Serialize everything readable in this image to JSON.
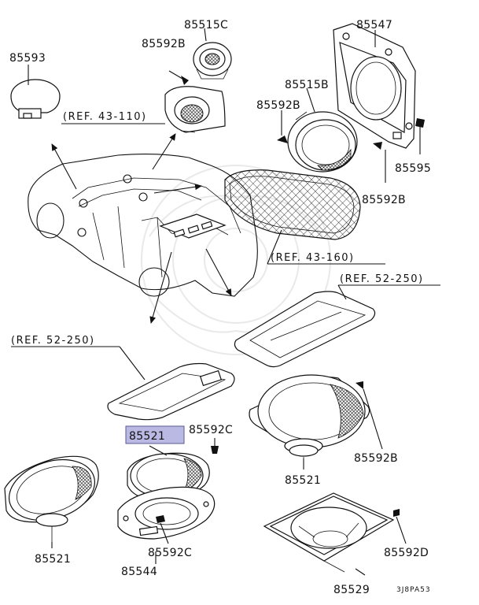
{
  "callouts": {
    "c1": "85593",
    "c2": "85515C",
    "c3": "85592B",
    "c4": "85547",
    "c5": "85515B",
    "c6": "85592B",
    "c7": "85595",
    "c8": "85592B",
    "c9": "85521",
    "c10": "85592C",
    "c11": "85592B",
    "c12": "85521",
    "c13": "85521",
    "c14": "85592C",
    "c15": "85544",
    "c16": "85592D",
    "c17": "85529"
  },
  "refs": {
    "r1": "(REF. 43-110)",
    "r2": "(REF. 43-160)",
    "r3": "(REF. 52-250)",
    "r4": "(REF. 52-250)"
  },
  "diagram_code": "3J8PA53",
  "highlight_color": "#b9b9e4",
  "highlight_border": "#5a5a8c"
}
